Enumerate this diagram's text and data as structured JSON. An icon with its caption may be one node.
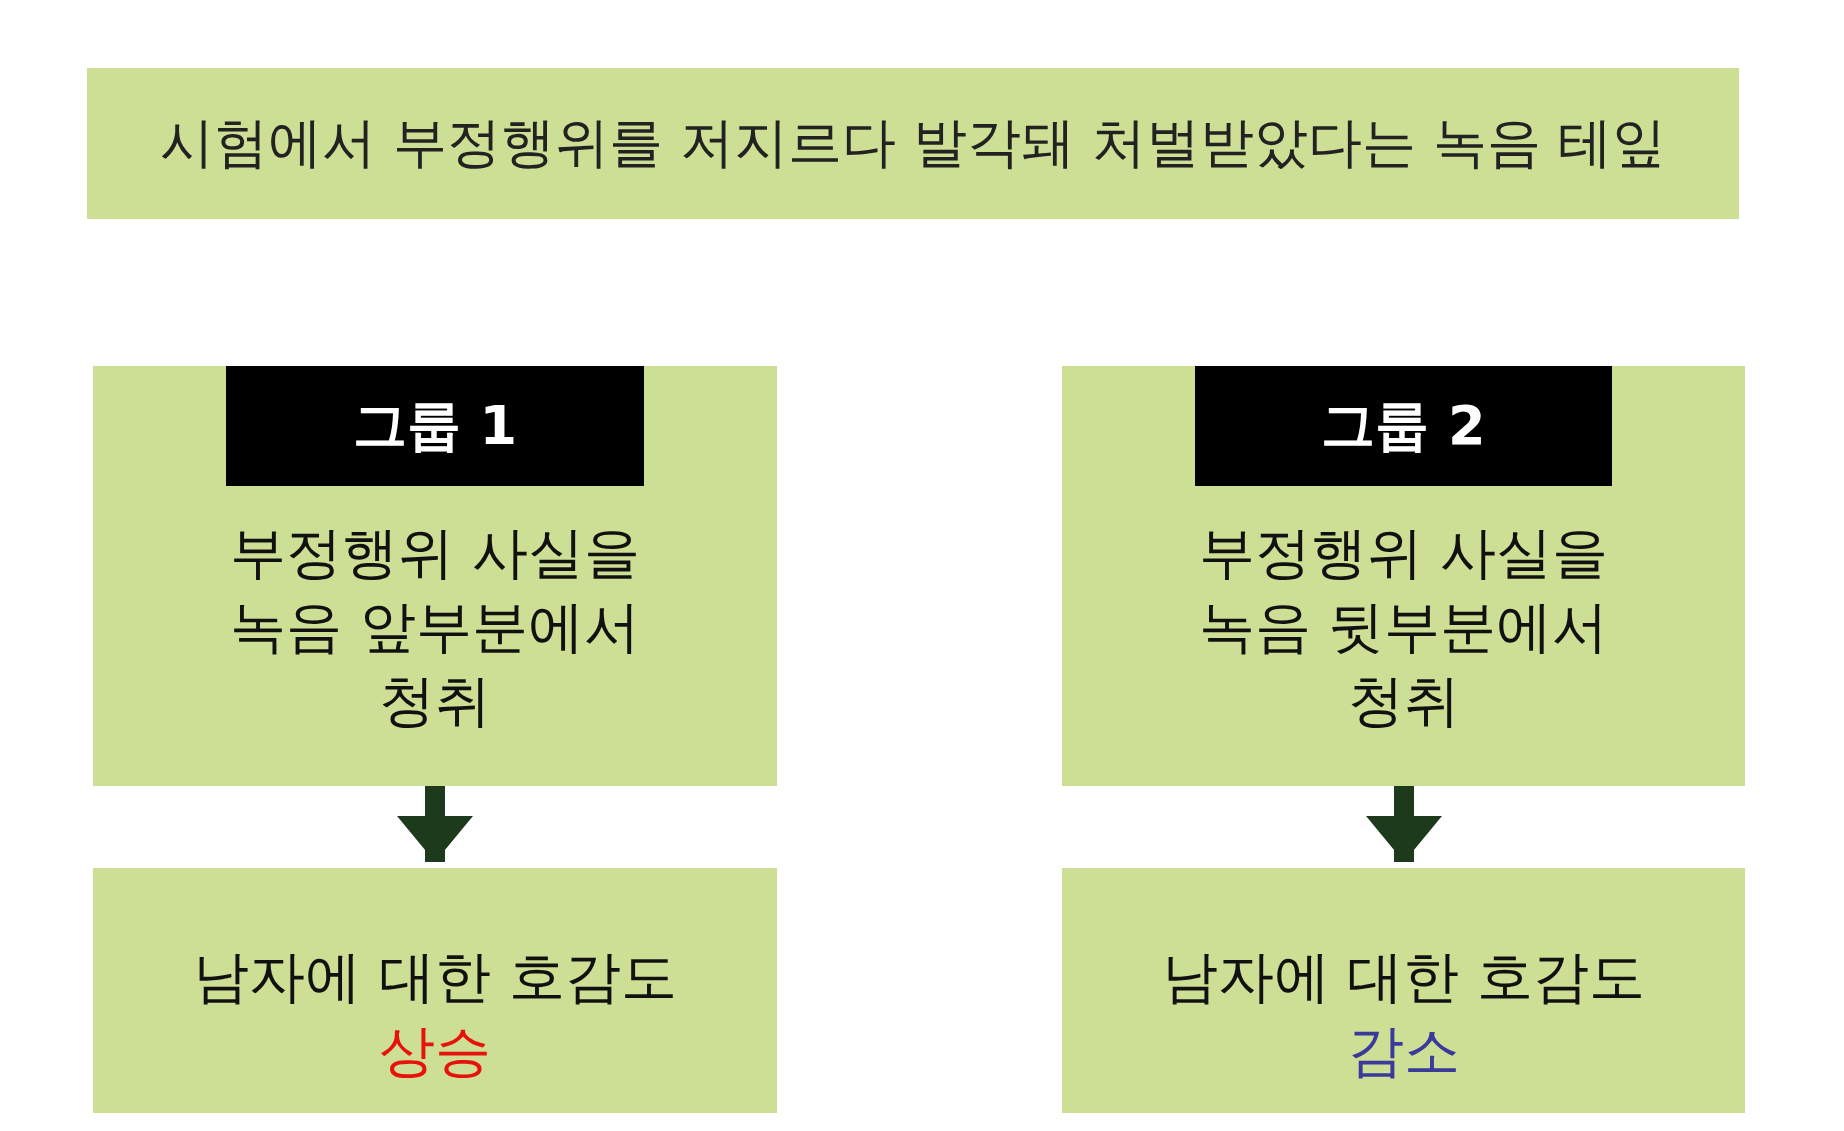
{
  "diagram": {
    "nodes": [
      {
        "text": [
          "시험에서 부정행위를 저지르다 발각돼 처벌받았다는 녹음 테잎"
        ]
      },
      {
        "text": [
          "부정행위 사실을 녹음 앞부분에서 청취"
        ]
      },
      {
        "text": [
          "그룹 1"
        ],
        "in": 1
      },
      {
        "text": [
          "부정행위 사실을 녹음 뒷부분에서 청취"
        ]
      },
      {
        "text": [
          "그룹 2"
        ],
        "in": 3
      },
      {
        "text": [
          "남자에 대한 호감도",
          "상승"
        ]
      },
      {
        "text": [
          "남자에 대한 호감도",
          "감소"
        ]
      }
    ],
    "edges": [
      {
        "from": 1,
        "to": 5,
        "arrow": "to"
      },
      {
        "from": 3,
        "to": 6,
        "arrow": "to"
      }
    ]
  }
}
